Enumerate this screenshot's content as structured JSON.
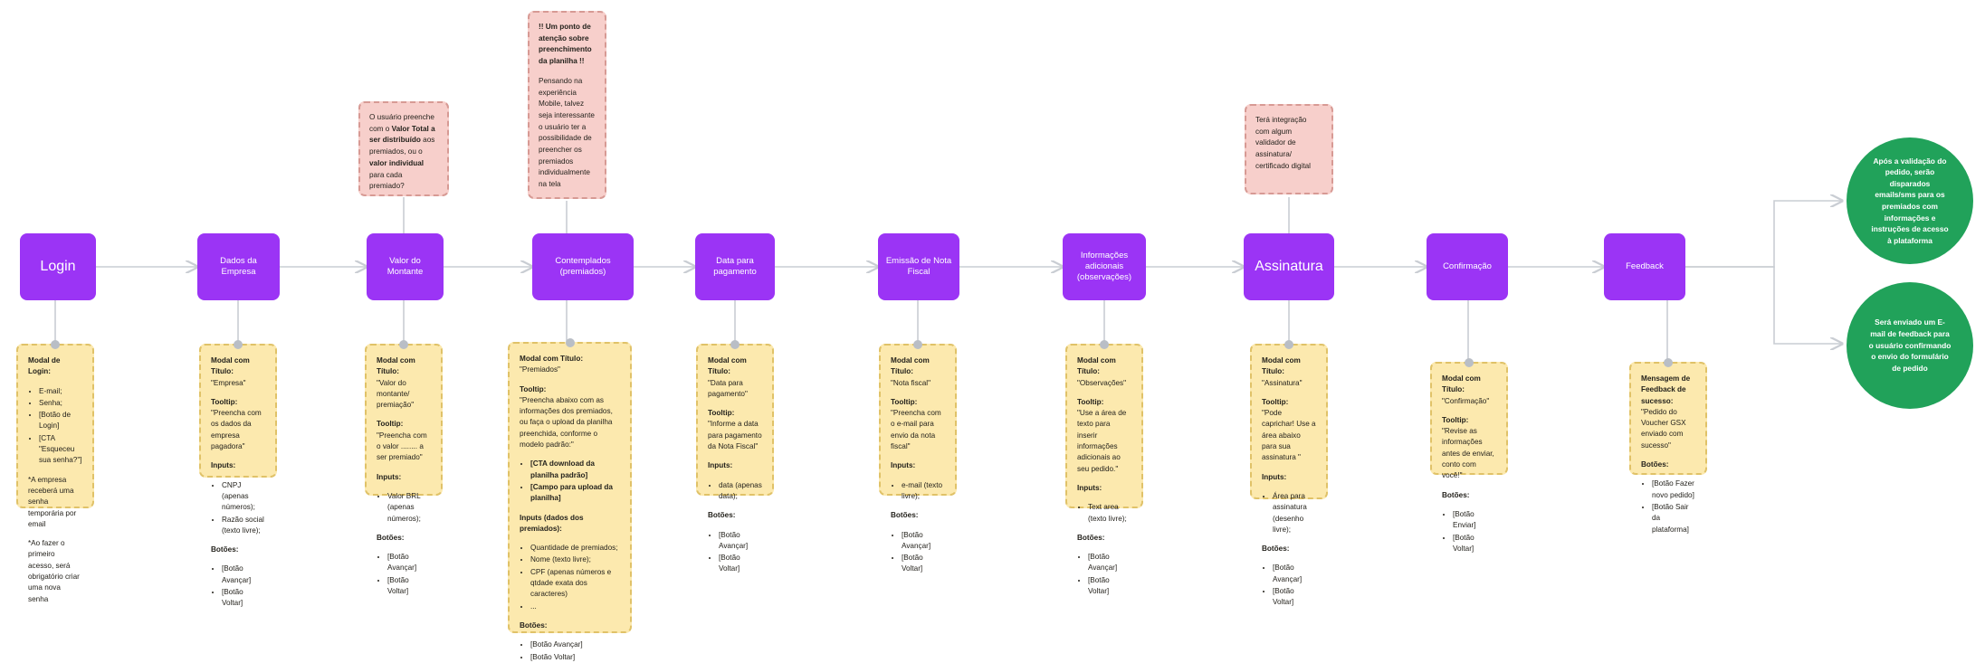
{
  "diagram": {
    "title": "Fluxo de Pedido de Voucher GSX",
    "colors": {
      "step": "#9B34F5",
      "note": "#FCE9AE",
      "note_border": "#E0C268",
      "comment": "#F7CFCB",
      "comment_border": "#D79A94",
      "outcome": "#21A25A",
      "connector": "#C9CDD3"
    }
  },
  "steps": [
    {
      "id": "login",
      "label": "Login"
    },
    {
      "id": "empresa",
      "label": "Dados da Empresa"
    },
    {
      "id": "montante",
      "label": "Valor do Montante"
    },
    {
      "id": "contemplados",
      "label": "Contemplados\n(premiados)"
    },
    {
      "id": "data",
      "label": "Data para\npagamento"
    },
    {
      "id": "nota",
      "label": "Emissão de Nota\nFiscal"
    },
    {
      "id": "observacoes",
      "label": "Informações\nadicionais\n(observações)"
    },
    {
      "id": "assinatura",
      "label": "Assinatura"
    },
    {
      "id": "confirmacao",
      "label": "Confirmação"
    },
    {
      "id": "feedback",
      "label": "Feedback"
    }
  ],
  "notes": {
    "login": {
      "title": "Modal de Login:",
      "bullets": [
        "E-mail;",
        "Senha;",
        "[Botão de Login]",
        "[CTA \"Esqueceu sua senha?\"]"
      ],
      "footnote1": "*A empresa receberá uma senha temporária por email",
      "footnote2": "*Ao fazer o primeiro acesso, será obrigatório criar uma nova senha"
    },
    "empresa": {
      "title_label": "Modal com Título:",
      "title_value": "\"Empresa\"",
      "tooltip_label": "Tooltip:",
      "tooltip_value": "\"Preencha com os dados da empresa pagadora\"",
      "inputs_label": "Inputs:",
      "inputs": [
        "CNPJ (apenas números);",
        "Razão social (texto livre);"
      ],
      "buttons_label": "Botões:",
      "buttons": [
        "[Botão Avançar]",
        "[Botão Voltar]"
      ]
    },
    "montante": {
      "title_label": "Modal com Título:",
      "title_value": "\"Valor do montante/ premiação\"",
      "tooltip_label": "Tooltip:",
      "tooltip_value": "\"Preencha com o valor ........ a ser premiado\"",
      "inputs_label": "Inputs:",
      "inputs": [
        "Valor BRL (apenas números);"
      ],
      "buttons_label": "Botões:",
      "buttons": [
        "[Botão Avançar]",
        "[Botão Voltar]"
      ]
    },
    "contemplados": {
      "title_label": "Modal com Título:",
      "title_value": "\"Premiados\"",
      "tooltip_label": "Tooltip:",
      "tooltip_value": "\"Preencha abaixo com as informações dos premiados, ou faça o upload da planilha preenchida, conforme o modelo padrão:\"",
      "cta_bullets": [
        "[CTA download da planilha padrão]",
        "[Campo para upload da planilha]"
      ],
      "inputs_label": "Inputs (dados dos premiados):",
      "inputs": [
        "Quantidade de premiados;",
        "Nome (texto livre);",
        "CPF (apenas números e qtdade exata dos caracteres)",
        "..."
      ],
      "buttons_label": "Botões:",
      "buttons": [
        "[Botão Avançar]",
        "[Botão Voltar]"
      ]
    },
    "data": {
      "title_label": "Modal com Título:",
      "title_value": "\"Data para pagamento\"",
      "tooltip_label": "Tooltip:",
      "tooltip_value": "\"Informe a data para pagamento da Nota Fiscal\"",
      "inputs_label": "Inputs:",
      "inputs": [
        "data (apenas data);"
      ],
      "buttons_label": "Botões:",
      "buttons": [
        "[Botão Avançar]",
        "[Botão Voltar]"
      ]
    },
    "nota": {
      "title_label": "Modal com Título:",
      "title_value": "\"Nota fiscal\"",
      "tooltip_label": "Tooltip:",
      "tooltip_value": "\"Preencha com o e-mail para envio da nota fiscal\"",
      "inputs_label": "Inputs:",
      "inputs": [
        "e-mail (texto livre);"
      ],
      "buttons_label": "Botões:",
      "buttons": [
        "[Botão Avançar]",
        "[Botão Voltar]"
      ]
    },
    "observacoes": {
      "title_label": "Modal com Título:",
      "title_value": "\"Observações\"",
      "tooltip_label": "Tooltip:",
      "tooltip_value": "\"Use a área de texto para inserir informações adicionais ao seu pedido.\"",
      "inputs_label": "Inputs:",
      "inputs": [
        "Text area (texto livre);"
      ],
      "buttons_label": "Botões:",
      "buttons": [
        "[Botão Avançar]",
        "[Botão Voltar]"
      ]
    },
    "assinatura": {
      "title_label": "Modal com Título:",
      "title_value": "\"Assinatura\"",
      "tooltip_label": "Tooltip:",
      "tooltip_value": "\"Pode caprichar! Use a área abaixo para sua assinatura \"",
      "inputs_label": "Inputs:",
      "inputs": [
        "Área para assinatura (desenho livre);"
      ],
      "buttons_label": "Botões:",
      "buttons": [
        "[Botão Avançar]",
        "[Botão Voltar]"
      ]
    },
    "confirmacao": {
      "title_label": "Modal com Título:",
      "title_value": "\"Confirmação\"",
      "tooltip_label": "Tooltip:",
      "tooltip_value": "\"Revise as informações antes de enviar, conto com você!\"",
      "buttons_label": "Botões:",
      "buttons": [
        "[Botão Enviar]",
        "[Botão Voltar]"
      ]
    },
    "feedback": {
      "title_label": "Mensagem de Feedback de sucesso:",
      "title_value": "\"Pedido do Voucher GSX enviado com sucesso\"",
      "buttons_label": "Botões:",
      "buttons": [
        "[Botão Fazer novo pedido]",
        "[Botão Sair da plataforma]"
      ]
    }
  },
  "comments": {
    "montante": {
      "part1": "O usuário preenche com o ",
      "strong1": "Valor Total a ser distribuído",
      "part2": " aos premiados, ou o ",
      "strong2": "valor individual",
      "part3": " para cada premiado?"
    },
    "contemplados": {
      "heading": "!! Um ponto de atenção sobre preenchimento da planilha !!",
      "body": "Pensando na experiência Mobile, talvez seja interessante o usuário ter a possibilidade de preencher os premiados individualmente na tela"
    },
    "assinatura": {
      "body": "Terá integração com algum validador de assinatura/ certificado digital"
    }
  },
  "outcomes": [
    {
      "id": "emails",
      "text": "Após a validação do pedido, serão disparados emails/sms para os premiados com informações e instruções de acesso à plataforma"
    },
    {
      "id": "email-feedback",
      "text": "Será enviado um E-mail de feedback para o usuário confirmando o envio do formulário de pedido"
    }
  ]
}
